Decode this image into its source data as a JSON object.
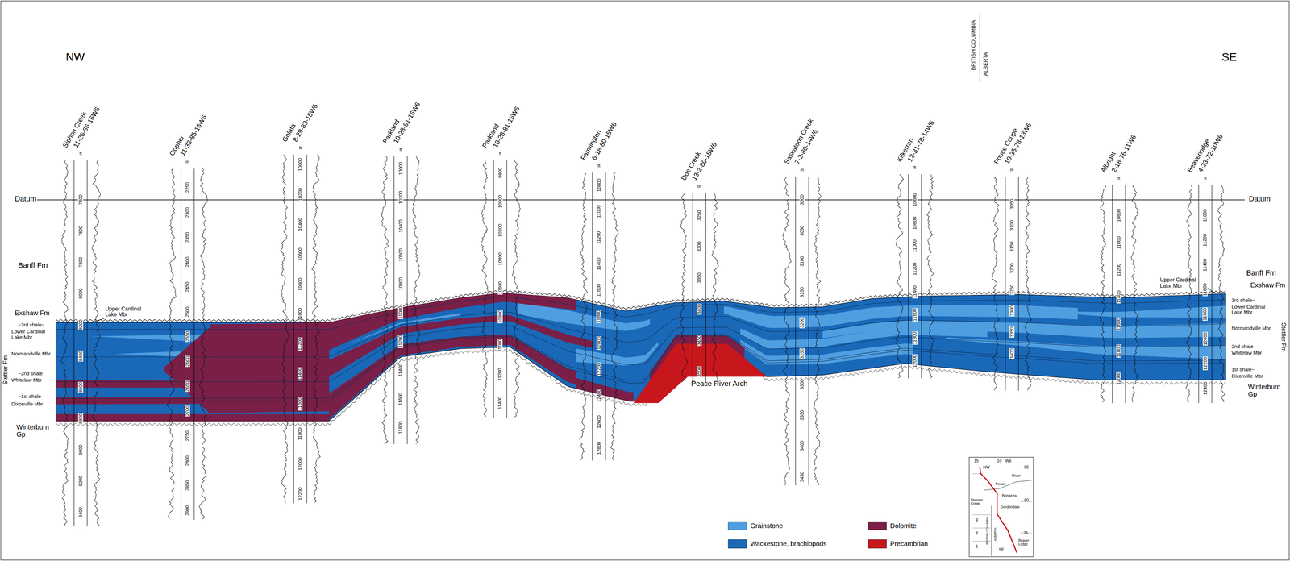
{
  "diagram": {
    "labels": [
      "NW",
      "SE",
      "BRITISH COLUMBIA",
      "ALBERTA",
      "Datum",
      "Datum",
      "Banff Fm",
      "Banff Fm",
      "Exshaw Fm",
      "Exshaw Fm",
      "Upper Cardinal Lake Mbr",
      "Upper Cardinal Lake Mbr",
      "~3rd shale~",
      "Lower Cardinal Lake Mbr",
      "Normandville Mbr",
      "~2nd shale",
      "Whitelaw Mbr",
      "~1st shale",
      "Dixonville Mbr",
      "Stettler Fm",
      "Winterburn Gp",
      "3rd shale~",
      "Lower Cardinal Lake Mbr",
      "Normandville Mbr",
      "2nd shale",
      "Whitelaw Mbr",
      "1st shale~",
      "Dixonville Mbr",
      "Stettler Fm",
      "Winterburn Gp",
      "Peace River Arch",
      "15",
      "10",
      "W6",
      "85",
      "80",
      "75",
      "NW",
      "SE",
      "Peace",
      "River",
      "Bonanza",
      "Gordondale",
      "Dawson Creek",
      "9",
      "8",
      "1",
      "BRITISH COLUMBIA",
      "ALBERTA",
      "Beaver Lodge",
      "Siphon Creek",
      "11-26-86-16W6",
      "ft",
      "7400",
      "7600",
      "7800",
      "8000",
      "8200",
      "8400",
      "8600",
      "8800",
      "9000",
      "9200",
      "9400",
      "Gopher",
      "11-33-85-16W6",
      "m",
      "2250",
      "2300",
      "2350",
      "2400",
      "2450",
      "2500",
      "2550",
      "2600",
      "2650",
      "2700",
      "2750",
      "2800",
      "2850",
      "2900",
      "Golata",
      "8-29-83-15W6",
      "ft",
      "10000",
      "10200",
      "10400",
      "10600",
      "10800",
      "11000",
      "11200",
      "11400",
      "11600",
      "11800",
      "12000",
      "12200",
      "Parkland",
      "10-28-81-16W6",
      "ft",
      "10000",
      "10200",
      "10400",
      "10600",
      "10800",
      "11000",
      "11200",
      "11400",
      "11600",
      "11800",
      "Parkland",
      "10-28-81-15W6",
      "ft",
      "9800",
      "10000",
      "10200",
      "10400",
      "10600",
      "10800",
      "11000",
      "11200",
      "11400",
      "Farmington",
      "6-18-80-15W6",
      "ft",
      "10800",
      "11000",
      "11200",
      "11400",
      "11600",
      "11800",
      "12000",
      "12200",
      "12400",
      "12600",
      "12800",
      "Doe Creek",
      "13-2-80-15W6",
      "m",
      "3250",
      "3300",
      "3350",
      "3400",
      "3450",
      "3500",
      "Saskatoon Creek",
      "7-2-80-14W6",
      "m",
      "3000",
      "3050",
      "3100",
      "3150",
      "3200",
      "3250",
      "3300",
      "3350",
      "3400",
      "3450",
      "Kilkerran",
      "12-31-78-14W6",
      "ft",
      "10600",
      "10800",
      "11000",
      "11200",
      "11400",
      "11600",
      "11800",
      "12000",
      "Pouce Coupe",
      "10-35-78-13W6",
      "m",
      "3050",
      "3100",
      "3150",
      "3200",
      "3250",
      "3300",
      "3350",
      "3400",
      "Albright",
      "2-18-76-11W6",
      "ft",
      "10800",
      "11000",
      "11200",
      "11400",
      "11600",
      "11800",
      "12000",
      "Beaverlodge",
      "4-23-72-10W6",
      "ft",
      "11000",
      "11200",
      "11400",
      "11600",
      "11800",
      "12000",
      "12200",
      "12400"
    ],
    "legend": [
      {
        "text": "Grainstone",
        "color": "#4f9ee0"
      },
      {
        "text": "Wackestone, brachiopods",
        "color": "#1a68b8"
      },
      {
        "text": "Dolomite",
        "color": "#7a1f47"
      },
      {
        "text": "Precambrian",
        "color": "#c8161d"
      }
    ]
  }
}
